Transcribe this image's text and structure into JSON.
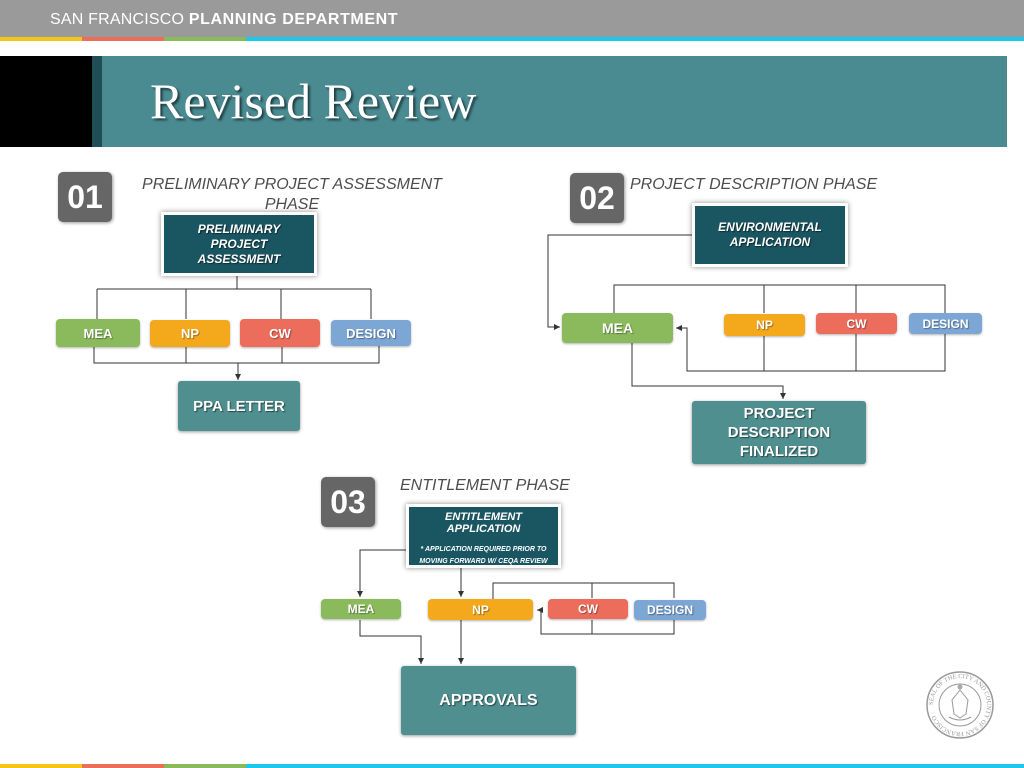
{
  "header": {
    "brand_light": "SAN FRANCISCO",
    "brand_bold": "PLANNING DEPARTMENT",
    "title": "Revised Review"
  },
  "colors": {
    "gray": "#9a9a9a",
    "yellow": "#f6c519",
    "red": "#ec6d5b",
    "green": "#8aba5c",
    "cyan": "#1dc8ec",
    "teal_band": "#4a8a91",
    "dark_teal": "#1a5562"
  },
  "phase1": {
    "number": "01",
    "title": "PRELIMINARY PROJECT ASSESSMENT PHASE",
    "start_box": "PRELIMINARY PROJECT ASSESSMENT",
    "nodes": [
      "MEA",
      "NP",
      "CW",
      "DESIGN"
    ],
    "end_box": "PPA LETTER"
  },
  "phase2": {
    "number": "02",
    "title": "PROJECT DESCRIPTION PHASE",
    "start_box": "ENVIRONMENTAL APPLICATION",
    "nodes": [
      "MEA",
      "NP",
      "CW",
      "DESIGN"
    ],
    "end_box": "PROJECT DESCRIPTION FINALIZED"
  },
  "phase3": {
    "number": "03",
    "title": "ENTITLEMENT PHASE",
    "start_box": "ENTITLEMENT APPLICATION",
    "start_note": "* APPLICATION REQUIRED PRIOR TO MOVING FORWARD W/ CEQA REVIEW",
    "nodes": [
      "MEA",
      "NP",
      "CW",
      "DESIGN"
    ],
    "end_box": "APPROVALS"
  },
  "seal": {
    "text": "SEAL OF THE CITY AND COUNTY OF SAN FRANCISCO"
  }
}
